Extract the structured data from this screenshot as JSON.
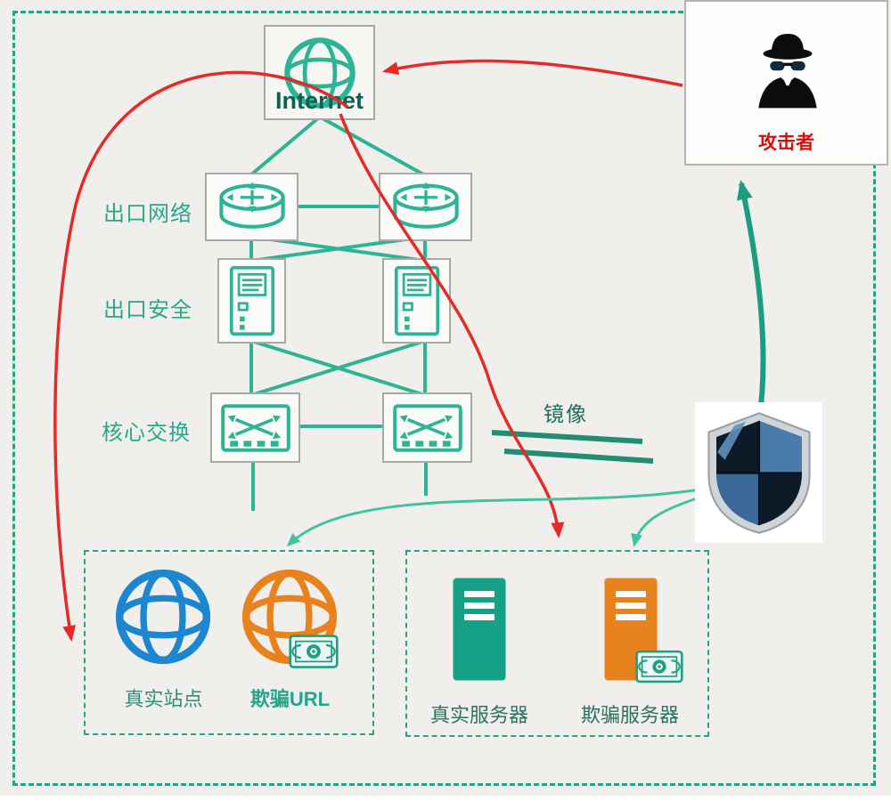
{
  "nodes": {
    "internet": {
      "label": "Internet"
    },
    "attacker": {
      "label": "攻击者"
    }
  },
  "row_labels": {
    "exit_network": "出口网络",
    "exit_security": "出口安全",
    "core_switch": "核心交换"
  },
  "mirror_label": "镜像",
  "web_box": {
    "real_site": "真实站点",
    "fake_url": "欺骗URL"
  },
  "server_box": {
    "real_server": "真实服务器",
    "fake_server": "欺骗服务器"
  },
  "colors": {
    "line_teal": "#2cb497",
    "arrow_dark_teal": "#1b9e7f",
    "arrow_light_teal": "#3fc3a2",
    "arrow_red": "#e52b28",
    "dashed_border_teal": "#21a385",
    "blue_globe": "#1d86d0",
    "orange": "#e8821f",
    "solid_server_teal": "#16a085",
    "label_teal": "#2aa78b",
    "attacker_text_red": "#d40d0d",
    "internet_text": "#0b6154",
    "mirror_text": "#1c6f5e"
  }
}
